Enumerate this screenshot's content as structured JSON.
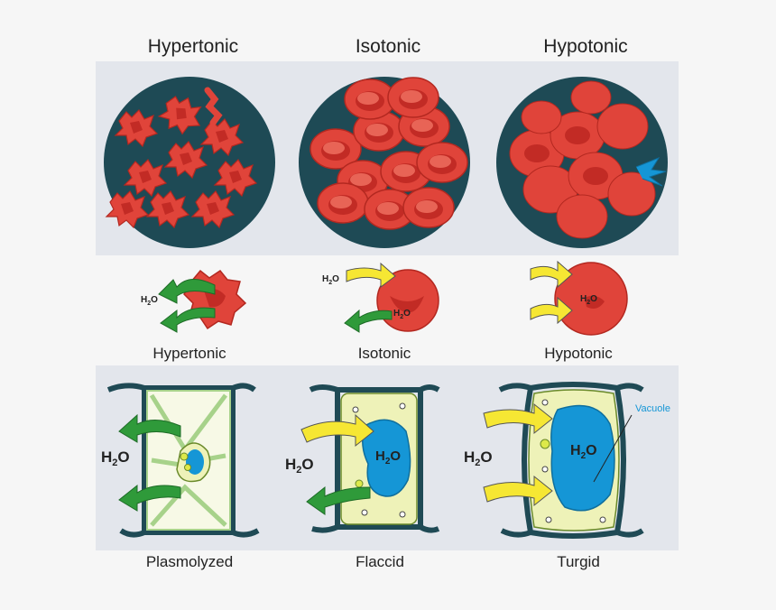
{
  "top_row": {
    "labels": [
      "Hypertonic",
      "Isotonic",
      "Hypotonic"
    ]
  },
  "middle_row": {
    "labels": [
      "Hypertonic",
      "Isotonic",
      "Hypotonic"
    ],
    "molecule": "H",
    "molecule_sub": "2",
    "molecule_tail": "O"
  },
  "bottom_row": {
    "labels": [
      "Plasmolyzed",
      "Flaccid",
      "Turgid"
    ],
    "vacuole_label": "Vacuole"
  },
  "colors": {
    "panel_bg": "#e3e6ec",
    "dish": "#1e4a55",
    "cell_red": "#e0443a",
    "cell_dark": "#c22b25",
    "arrow_green": "#2f9a3a",
    "arrow_yellow": "#f6e733",
    "vacuole_blue": "#1596d6",
    "cytoplasm": "#eef2b8",
    "cell_wall": "#1f4a55"
  }
}
